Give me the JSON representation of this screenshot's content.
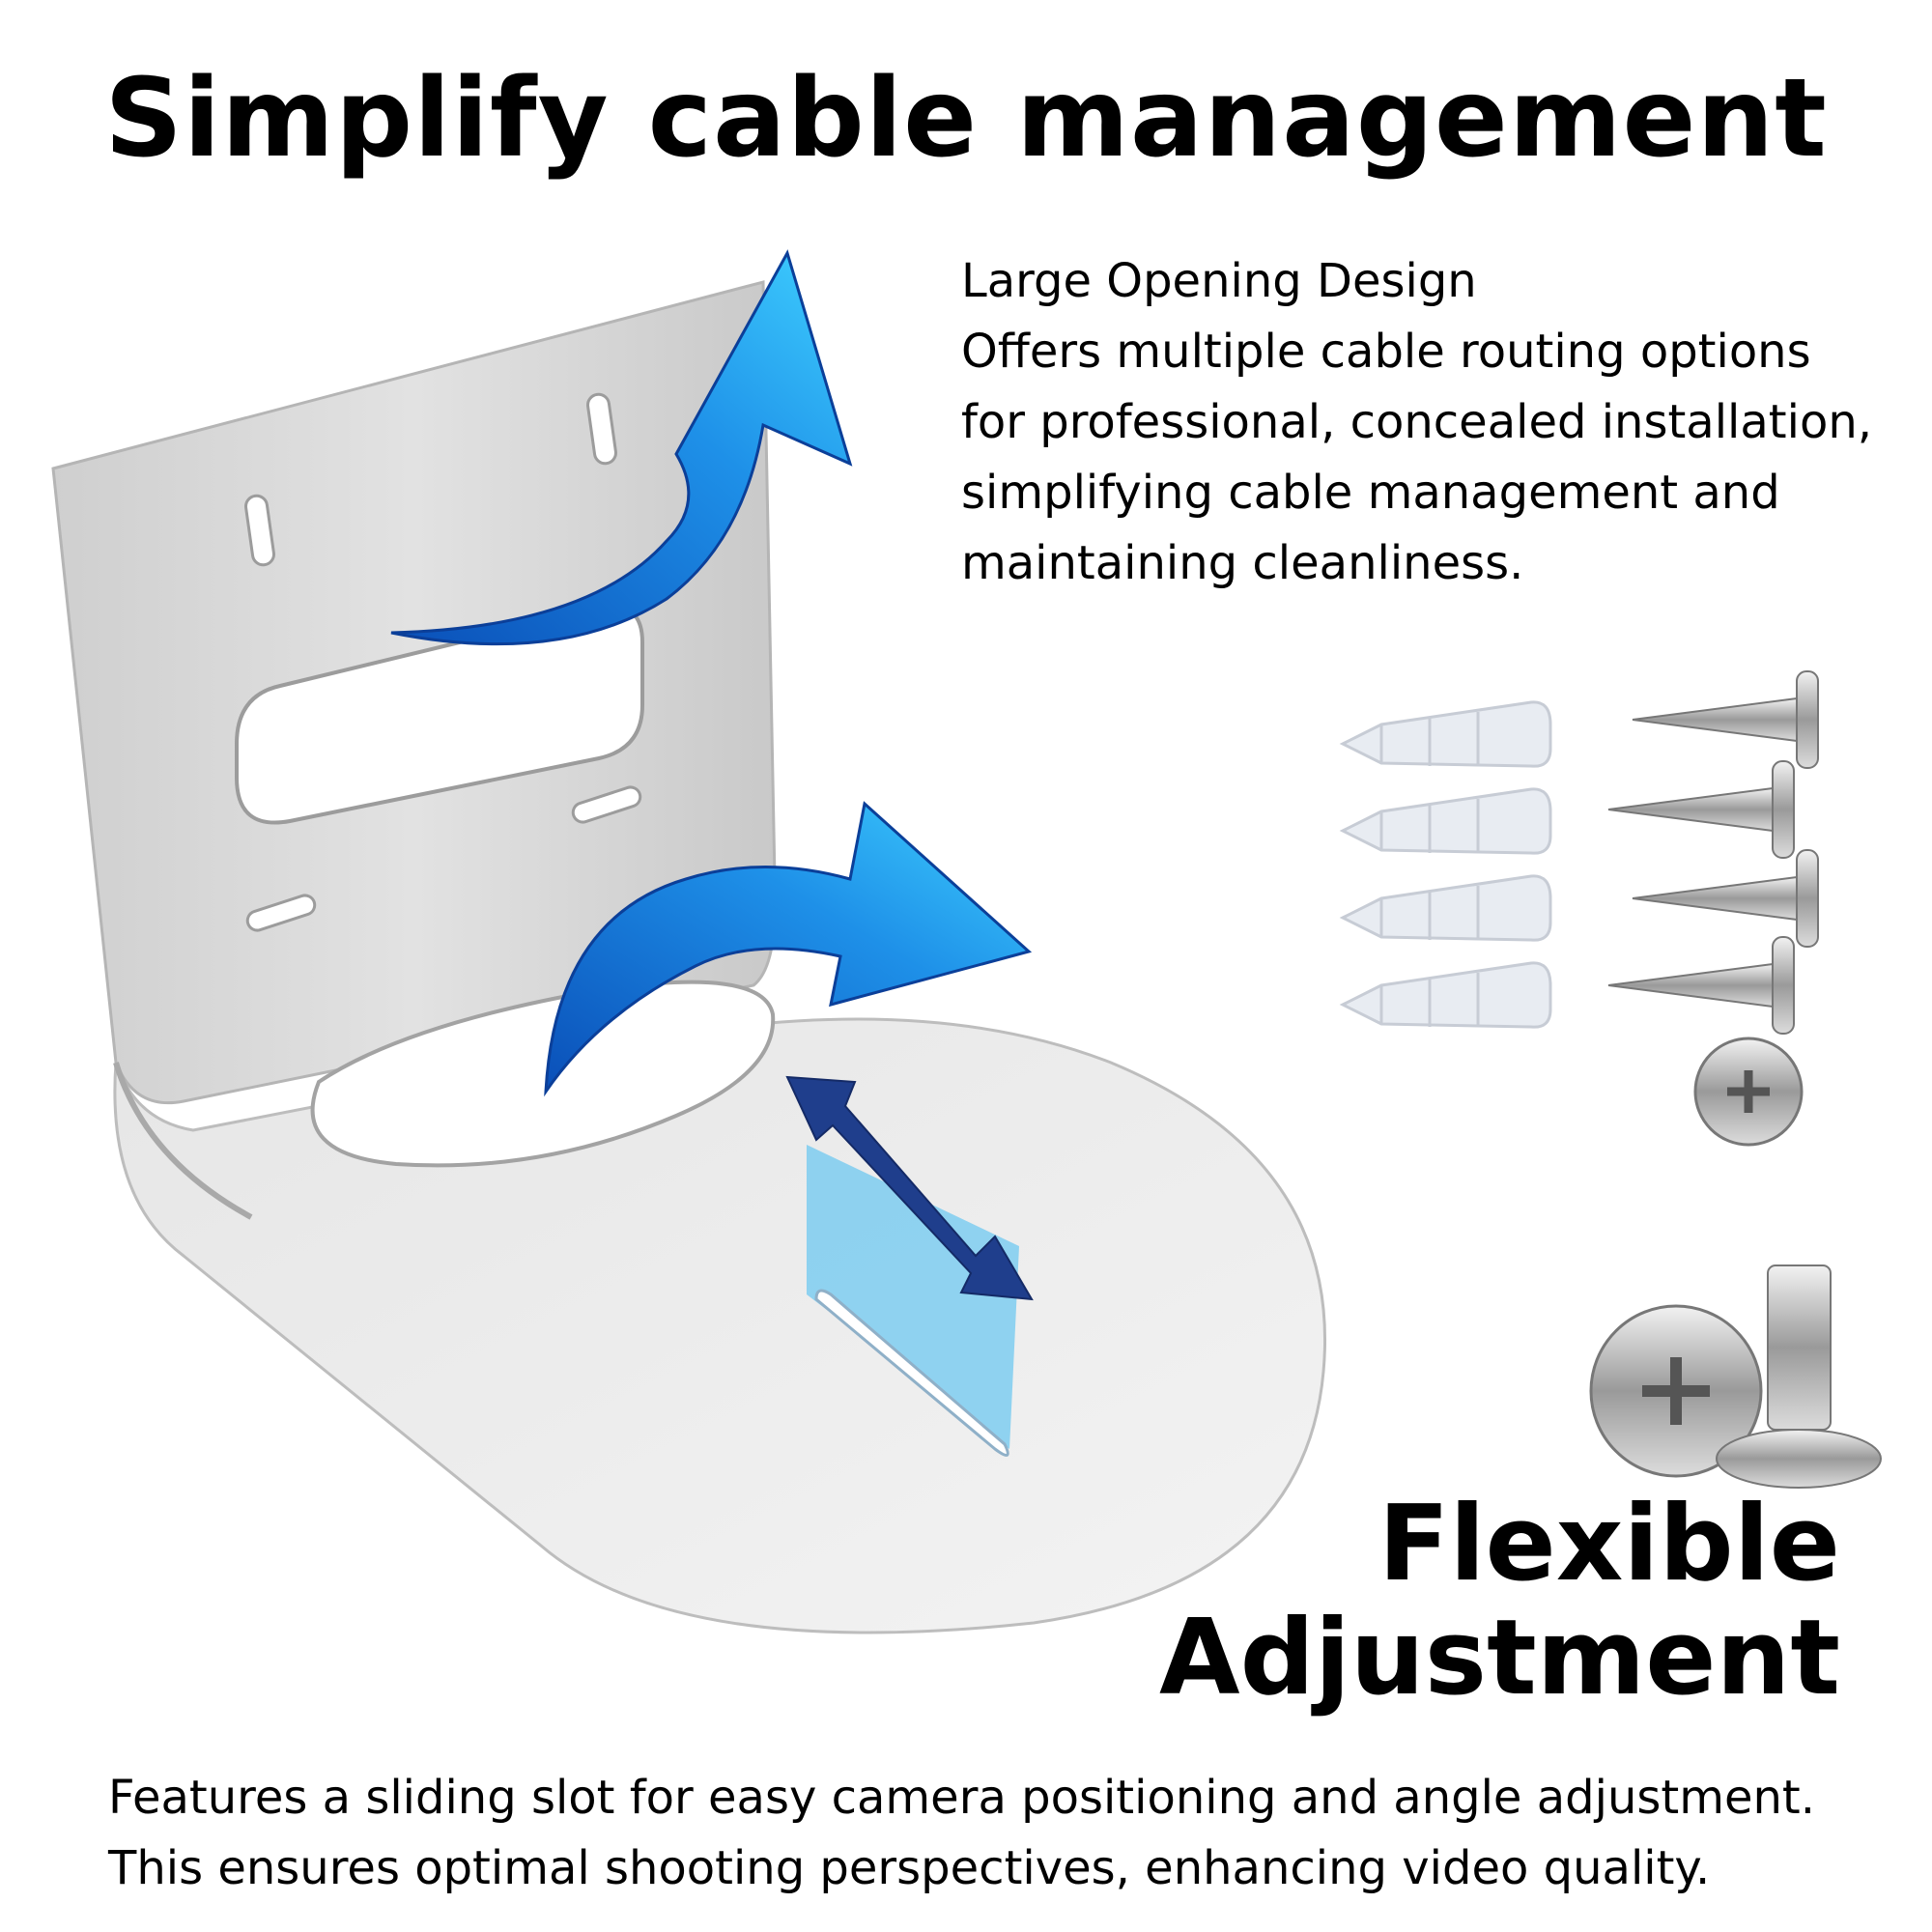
{
  "title": "Simplify cable management",
  "features": {
    "cable_opening": {
      "heading": "Large Opening Design",
      "lines": [
        "Offers multiple cable routing options",
        "for professional, concealed installation,",
        "simplifying cable management and",
        "maintaining cleanliness."
      ]
    },
    "adjustment": {
      "heading_lines": [
        "Flexible",
        "Adjustment"
      ],
      "lines": [
        "Features a sliding slot for easy camera positioning and angle adjustment.",
        "This ensures optimal shooting perspectives, enhancing video quality."
      ]
    }
  },
  "colors": {
    "bracket": "#d9d9d9",
    "arrow_blue": "#1e90e8",
    "arrow_dark": "#1f3e8c",
    "slot_highlight": "#7ecdf0"
  },
  "icons": [
    "wall-bracket-illustration",
    "curved-arrow-icon",
    "double-arrow-icon",
    "wall-anchor-icon",
    "screw-icon"
  ]
}
